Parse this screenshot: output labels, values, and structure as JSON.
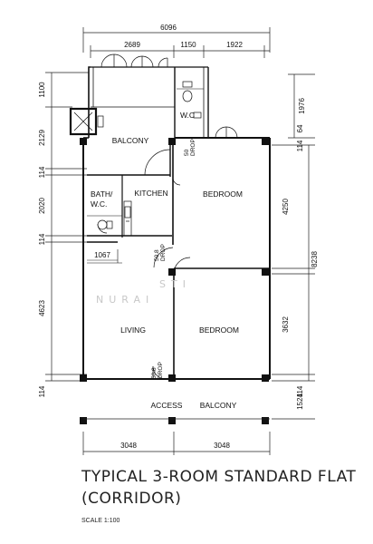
{
  "dimensions": {
    "overall_width": "6096",
    "top_segment_1": "2689",
    "top_segment_2": "1150",
    "top_segment_3": "1922",
    "left_1": "1100",
    "left_2": "2129",
    "left_3": "114",
    "left_4": "2020",
    "left_5": "114",
    "left_6": "4623",
    "left_7": "114",
    "right_1": "1976",
    "right_2": "114",
    "right_3": "64",
    "right_4": "4250",
    "right_5": "8238",
    "right_6": "3632",
    "right_7": "114",
    "right_8": "1524",
    "bath_width": "1067",
    "bottom_1": "3048",
    "bottom_2": "3048"
  },
  "rooms": {
    "balcony": "BALCONY",
    "wc_top": "W.C",
    "bath_line1": "BATH/",
    "bath_line2": "W.C.",
    "kitchen": "KITCHEN",
    "bedroom_1": "BEDROOM",
    "living": "LIVING",
    "bedroom_2": "BEDROOM",
    "access_balcony_1": "ACCESS",
    "access_balcony_2": "BALCONY"
  },
  "drops": {
    "drop_1_a": "50",
    "drop_1_b": "DROP",
    "drop_2_a": "50.8",
    "drop_2_b": "DROP",
    "drop_3_a": "50.8",
    "drop_3_b": "DROP"
  },
  "watermark": {
    "line1": "STI",
    "line2": "NURAI"
  },
  "title": {
    "line1": "TYPICAL 3-ROOM STANDARD FLAT",
    "line2": "(CORRIDOR)"
  },
  "scale": "SCALE   1:100"
}
